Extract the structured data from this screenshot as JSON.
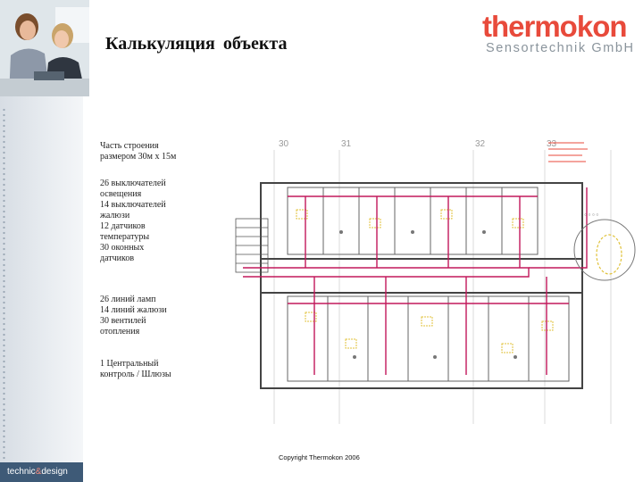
{
  "header": {
    "title": "Калькуляция  объекта",
    "logo_main": "thermokon",
    "logo_sub": "Sensortechnik GmbH"
  },
  "description": {
    "building": [
      "Часть строения",
      "размером 30м x 15м"
    ],
    "devices": [
      "26 выключателей",
      "освещения",
      "14 выключателей",
      "жалюзи",
      "12 датчиков",
      "температуры",
      "30 оконных",
      "датчиков"
    ],
    "lines": [
      "26 линий ламп",
      "14 линий жалюзи",
      "30 вентилей",
      "отопления"
    ],
    "control": [
      "1 Центральный",
      "контроль / Шлюзы"
    ]
  },
  "floorplan": {
    "grid_labels": [
      "30",
      "31",
      "32",
      "33"
    ]
  },
  "footer": {
    "brand_left": "technic",
    "brand_amp": "&",
    "brand_right": "design",
    "copyright": "Copyright Thermokon 2006"
  },
  "colors": {
    "brand_red": "#e84a3b",
    "sidebar_blue": "#3e5a77",
    "plan_magenta": "#c2185b"
  }
}
